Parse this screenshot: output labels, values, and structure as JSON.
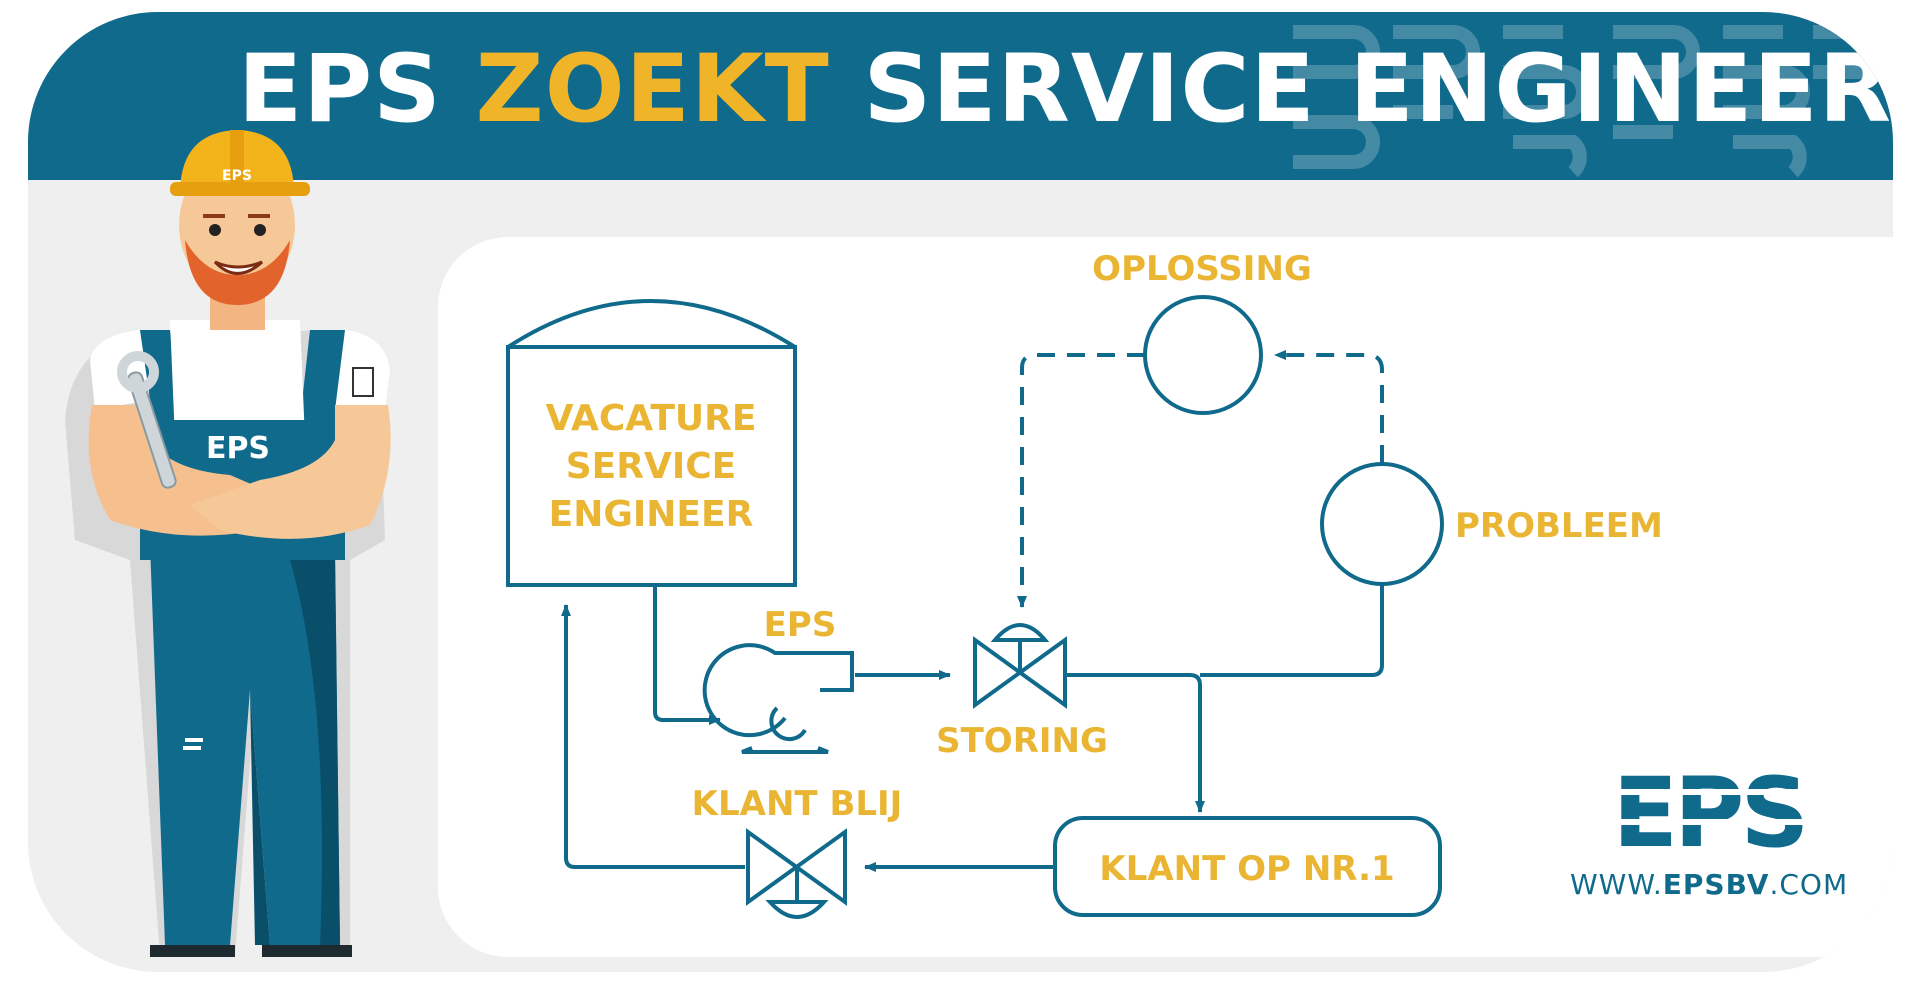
{
  "title": {
    "prefix": "EPS",
    "accent": "ZOEKT",
    "rest": "SERVICE ENGINEER"
  },
  "diagram": {
    "vacature_lines": [
      "VACATURE",
      "SERVICE",
      "ENGINEER"
    ],
    "oplossing": "OPLOSSING",
    "probleem": "PROBLEEM",
    "eps": "EPS",
    "storing": "STORING",
    "klant_blij": "KLANT BLIJ",
    "klant_op_nr1": "KLANT OP NR.1"
  },
  "brand": {
    "logo_text": "EPS",
    "url_prefix": "WWW.",
    "url_bold": "EPSBV",
    "url_suffix": ".COM"
  },
  "worker": {
    "helmet_text": "EPS",
    "chest_text": "EPS"
  },
  "colors": {
    "teal": "#106a8c",
    "gold": "#e9b533",
    "background": "#efefef"
  },
  "icons": [
    "hardhat-icon",
    "wrench-icon",
    "pump-icon",
    "valve-icon",
    "vessel-icon",
    "eps-logo"
  ]
}
